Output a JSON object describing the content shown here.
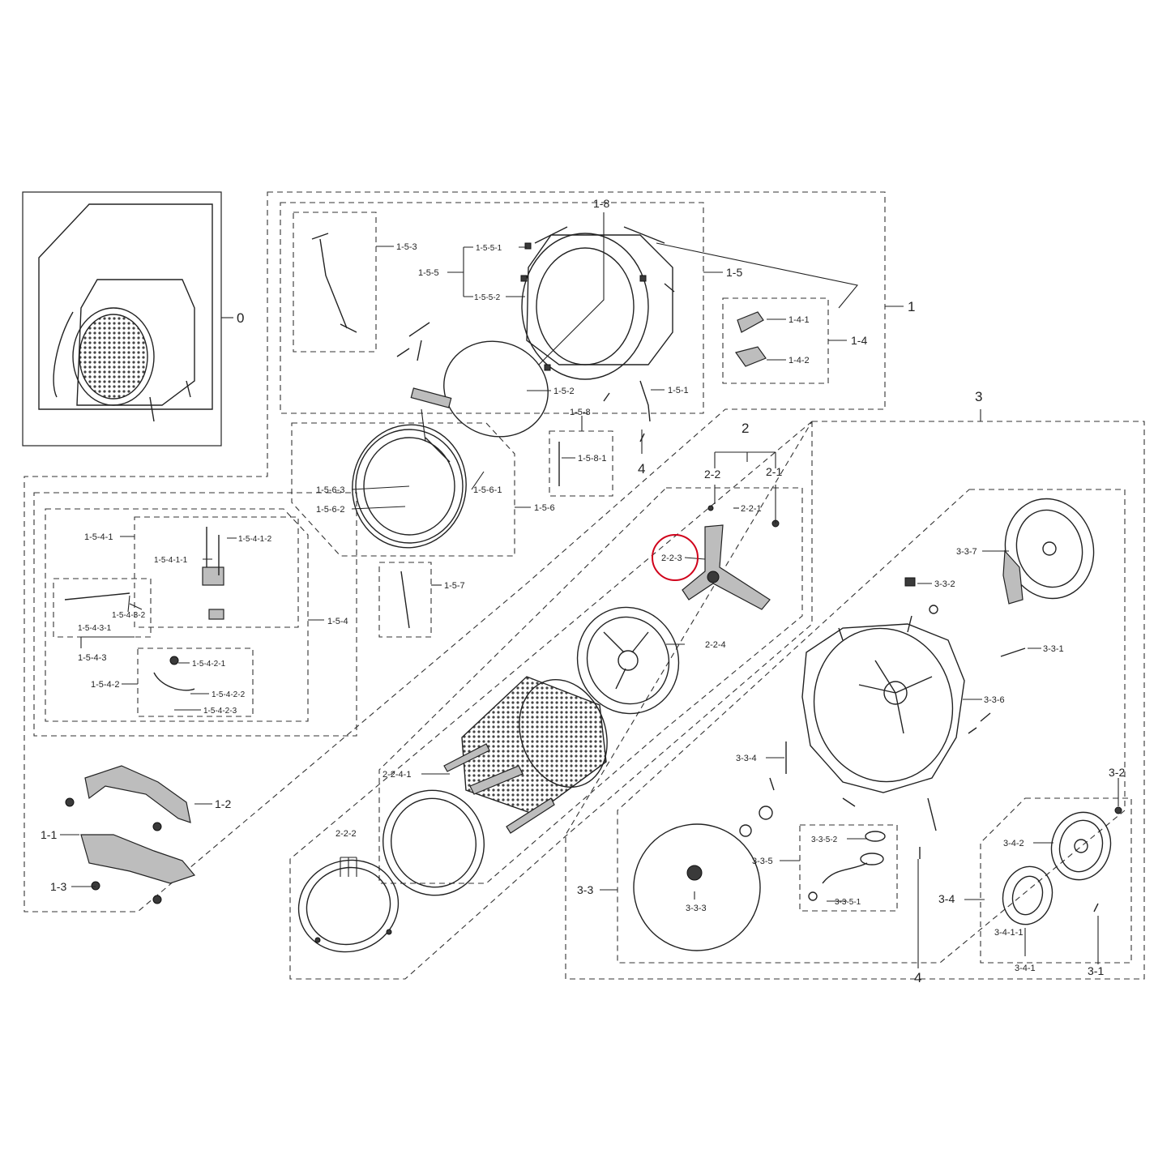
{
  "labels": {
    "l0": "0",
    "l1": "1",
    "l1_1": "1-1",
    "l1_2": "1-2",
    "l1_3": "1-3",
    "l1_4": "1-4",
    "l1_4_1": "1-4-1",
    "l1_4_2": "1-4-2",
    "l1_5": "1-5",
    "l1_5_1": "1-5-1",
    "l1_5_2": "1-5-2",
    "l1_5_3": "1-5-3",
    "l1_5_4": "1-5-4",
    "l1_5_4_1": "1-5-4-1",
    "l1_5_4_1_1": "1-5-4-1-1",
    "l1_5_4_1_2": "1-5-4-1-2",
    "l1_5_4_2": "1-5-4-2",
    "l1_5_4_2_1": "1-5-4-2-1",
    "l1_5_4_2_2": "1-5-4-2-2",
    "l1_5_4_2_3": "1-5-4-2-3",
    "l1_5_4_3": "1-5-4-3",
    "l1_5_4_3_1": "1-5-4-3-1",
    "l1_5_4_3_2": "1-5-4-3-2",
    "l1_5_5": "1-5-5",
    "l1_5_5_1": "1-5-5-1",
    "l1_5_5_2": "1-5-5-2",
    "l1_5_6": "1-5-6",
    "l1_5_6_1": "1-5-6-1",
    "l1_5_6_2": "1-5-6-2",
    "l1_5_6_3": "1-5-6-3",
    "l1_5_7": "1-5-7",
    "l1_5_8": "1-5-8",
    "l1_5_8_1": "1-5-8-1",
    "l1_8": "1-8",
    "l2": "2",
    "l2_1": "2-1",
    "l2_2": "2-2",
    "l2_2_1": "2-2-1",
    "l2_2_2": "2-2-2",
    "l2_2_3": "2-2-3",
    "l2_2_4": "2-2-4",
    "l2_2_4_1": "2-2-4-1",
    "l3": "3",
    "l3_1": "3-1",
    "l3_2": "3-2",
    "l3_3": "3-3",
    "l3_3_1": "3-3-1",
    "l3_3_2": "3-3-2",
    "l3_3_3": "3-3-3",
    "l3_3_4": "3-3-4",
    "l3_3_5": "3-3-5",
    "l3_3_5_1": "3-3-5-1",
    "l3_3_5_2": "3-3-5-2",
    "l3_3_6": "3-3-6",
    "l3_3_7": "3-3-7",
    "l3_4": "3-4",
    "l3_4_1": "3-4-1",
    "l3_4_1_1": "3-4-1-1",
    "l3_4_2": "3-4-2",
    "l4a": "4",
    "l4b": "4"
  },
  "colors": {
    "line": "#222222",
    "dash": "#333333",
    "highlight": "#d0021b",
    "background": "#ffffff"
  },
  "highlighted_part": "2-2-3"
}
